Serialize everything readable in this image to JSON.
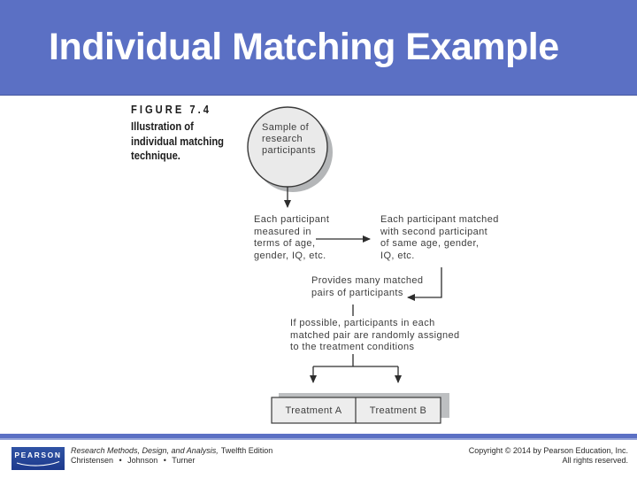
{
  "slide": {
    "title": "Individual Matching Example",
    "colors": {
      "header_bg": "#5b70c4",
      "footer_bar": "#5b70c4",
      "pearson_blue": "#24419b",
      "shape_fill": "#ebebeb",
      "shape_shadow": "#b9babc",
      "line": "#2d2d2d"
    }
  },
  "figure": {
    "label": "FIGURE 7.4",
    "caption": "Illustration of\nindividual matching\ntechnique."
  },
  "diagram": {
    "sample_circle": "Sample of\nresearch\nparticipants",
    "measured": "Each participant\nmeasured in\nterms of age,\ngender, IQ, etc.",
    "matched": "Each participant matched\nwith second participant\nof same age, gender,\nIQ, etc.",
    "provides": "Provides many matched\npairs of participants",
    "if_possible": "If possible, participants in each\nmatched pair are randomly assigned\nto the treatment conditions",
    "treatment_a": "Treatment A",
    "treatment_b": "Treatment B"
  },
  "footer": {
    "logo_text": "PEARSON",
    "book_title_italic": "Research Methods, Design, and Analysis,",
    "book_title_rest": "Twelfth Edition",
    "authors": "Christensen • Johnson • Turner",
    "copyright_line1": "Copyright © 2014 by Pearson Education, Inc.",
    "copyright_line2": "All rights reserved."
  }
}
